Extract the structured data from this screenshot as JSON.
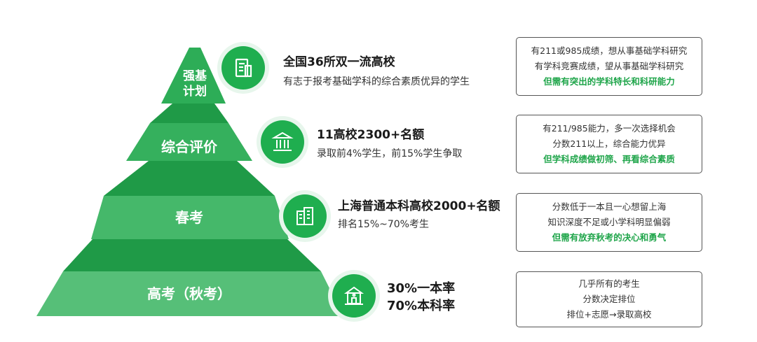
{
  "colors": {
    "tier_top": "#2aab55",
    "tier_bottom": "#57c07a",
    "accent": "#1fae4f",
    "highlight_text": "#1fa54a"
  },
  "tiers": [
    {
      "label": "强基计划",
      "label_lines": [
        "强基",
        "计划"
      ],
      "icon": "document-icon",
      "title": "全国36所双一流高校",
      "subtitle": "有志于报考基础学科的综合素质优异的学生",
      "box_lines": [
        "有211或985成绩，想从事基础学科研究",
        "有学科竞赛成绩，望从事基础学科研究"
      ],
      "box_highlight": "但需有突出的学科特长和科研能力"
    },
    {
      "label": "综合评价",
      "icon": "university-icon",
      "title": "11高校2300+名额",
      "subtitle": "录取前4%学生，前15%学生争取",
      "box_lines": [
        "有211/985能力，多一次选择机会",
        "分数211以上，综合能力优异"
      ],
      "box_highlight": "但学科成绩做初筛、再看综合素质"
    },
    {
      "label": "春考",
      "icon": "buildings-icon",
      "title": "上海普通本科高校2000+名额",
      "subtitle": "排名15%~70%考生",
      "box_lines": [
        "分数低于一本且一心想留上海",
        "知识深度不足或小学科明显偏弱"
      ],
      "box_highlight": "但需有放弃秋考的决心和勇气"
    },
    {
      "label": "高考（秋考）",
      "icon": "school-icon",
      "title_lines": [
        "30%一本率",
        "70%本科率"
      ],
      "box_lines": [
        "几乎所有的考生",
        "分数决定排位",
        "排位+志愿→录取高校"
      ],
      "box_highlight": ""
    }
  ]
}
